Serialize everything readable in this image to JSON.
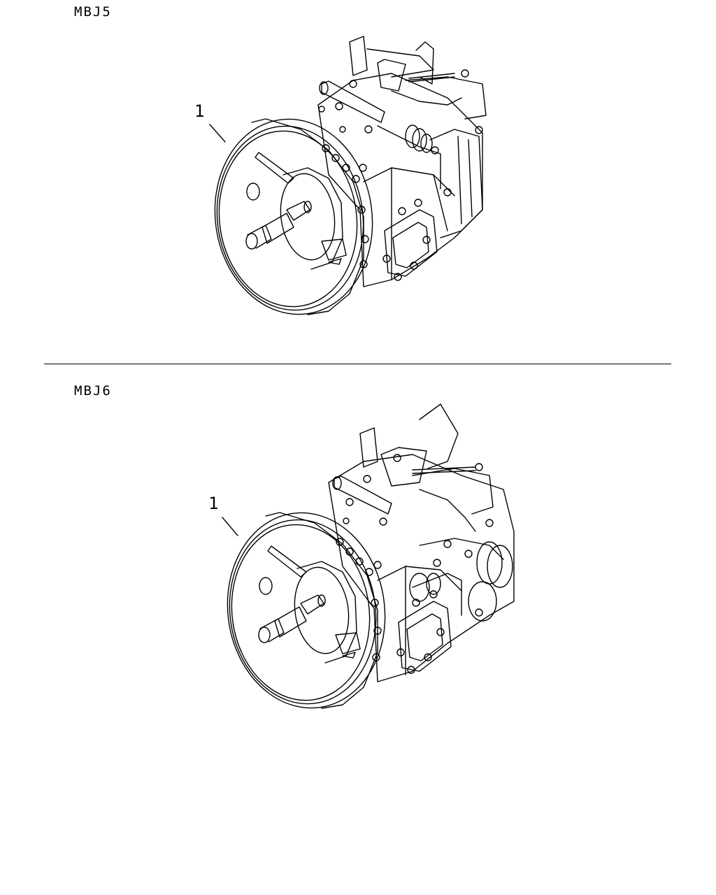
{
  "sections": [
    {
      "model": "MBJ5",
      "callout": "1"
    },
    {
      "model": "MBJ6",
      "callout": "1"
    }
  ],
  "colors": {
    "line": "#000000",
    "background": "#ffffff"
  }
}
